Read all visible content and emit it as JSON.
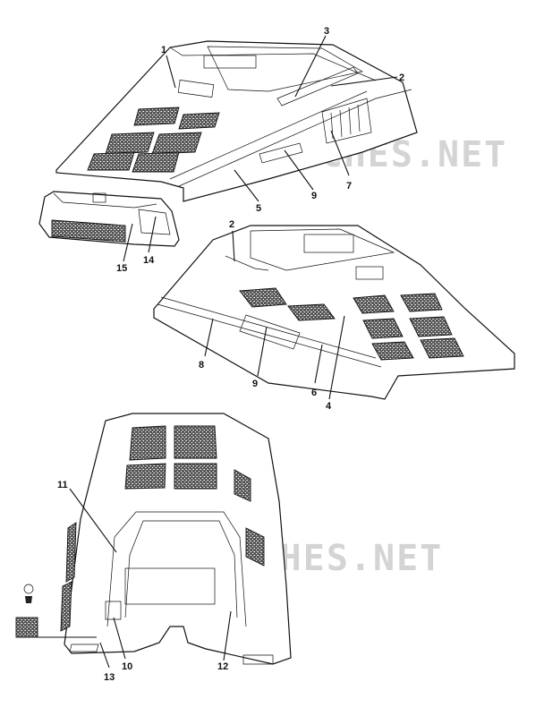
{
  "watermarks": [
    "MICROFICHES.NET",
    "MICROFICHES.NET"
  ],
  "callouts": {
    "c1": "1",
    "c3": "3",
    "c2a": "2",
    "c9a": "9",
    "c7": "7",
    "c5": "5",
    "c15": "15",
    "c14": "14",
    "c2b": "2",
    "c8": "8",
    "c9b": "9",
    "c6": "6",
    "c4": "4",
    "c11": "11",
    "c10": "10",
    "c12": "12",
    "c13": "13"
  }
}
